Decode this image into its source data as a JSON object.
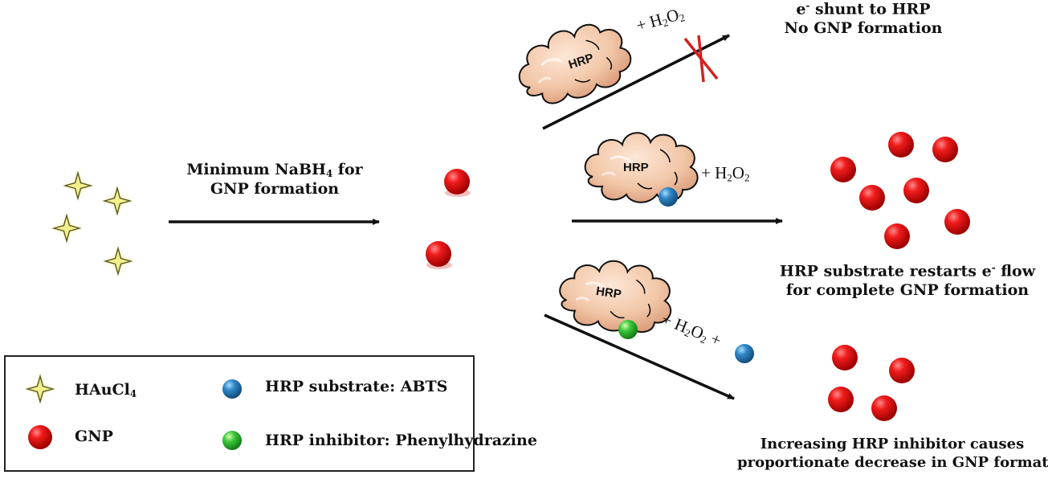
{
  "reaction": {
    "step1_line1": "Minimum NaBH",
    "step1_sub": "4",
    "step1_line1_end": " for",
    "step1_line2": "GNP formation",
    "enzyme_label": "HRP",
    "plus_h2o2_top": "+ H",
    "h2o2_sub": "2",
    "h2o2_o": "O",
    "plus_h2o2_bottom_a": "+ H",
    "plus_h2o2_bottom_plus": " +"
  },
  "outcomes": {
    "top_line1_e": "e",
    "top_line1_sup": "-",
    "top_line1_rest": " shunt to HRP",
    "top_line2": "No GNP formation",
    "middle_line1": "HRP substrate restarts e",
    "middle_sup": "-",
    "middle_line1_end": " flow",
    "middle_line2": "for complete GNP formation",
    "bottom_line1": "Increasing HRP inhibitor causes",
    "bottom_line2": "proportionate decrease in GNP formation"
  },
  "legend": {
    "haucl4_a": "HAuCl",
    "haucl4_sub": "4",
    "gnp": "GNP",
    "substrate": "HRP substrate: ABTS",
    "inhibitor": "HRP inhibitor: Phenylhydrazine"
  },
  "colors": {
    "star_fill": "#f3ef8a",
    "star_glow": "#f6e88a",
    "gnp": "#e0141a",
    "substrate": "#2f86c8",
    "inhibitor": "#3cc83c",
    "enzyme": "#f2c7a8",
    "cross": "#d42020"
  }
}
